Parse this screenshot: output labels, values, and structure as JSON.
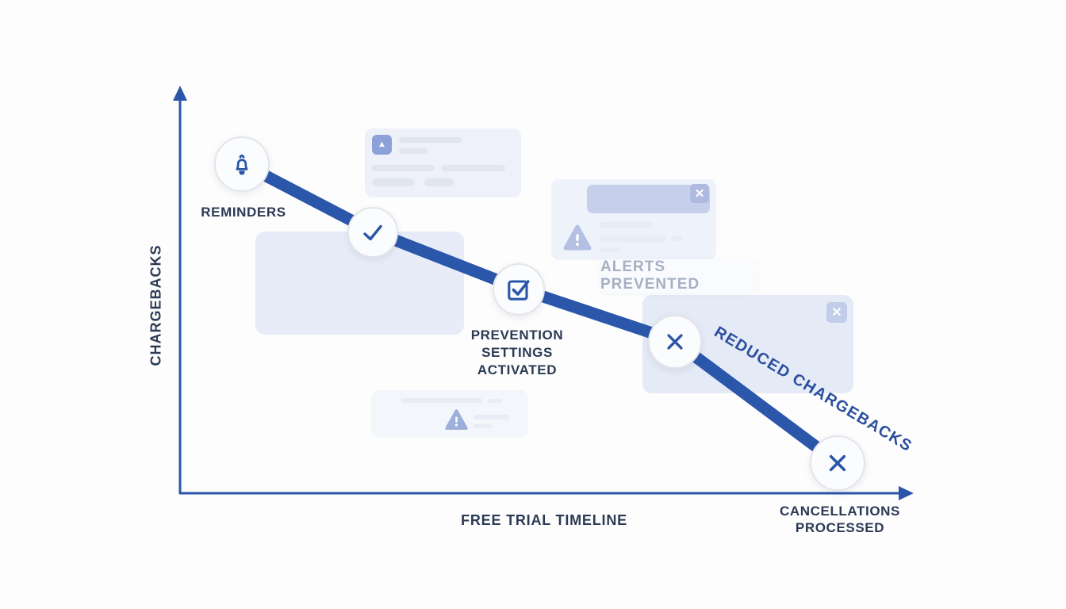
{
  "axes": {
    "y_label": "CHARGEBACKS",
    "x_label": "FREE TRIAL TIMELINE"
  },
  "milestones": [
    {
      "icon": "bell-icon",
      "label": "REMINDERS"
    },
    {
      "icon": "check-icon",
      "label": ""
    },
    {
      "icon": "checkbox-checked-icon",
      "label": "PREVENTION SETTINGS ACTIVATED",
      "lines": [
        "PREVENTION",
        "SETTINGS",
        "ACTIVATED"
      ]
    },
    {
      "icon": "x-mark-icon",
      "label": ""
    },
    {
      "icon": "x-mark-icon",
      "label": "CANCELLATIONS PROCESSED",
      "lines": [
        "CANCELLATIONS",
        "PROCESSED"
      ]
    }
  ],
  "annotations": {
    "alerts_prevented": "ALERTS PREVENTED",
    "reduced_chargebacks": "REDUCED CHARGEBACKS"
  },
  "ghost_icons": [
    "warning-triangle-icon",
    "close-icon",
    "triangle-badge-icon"
  ],
  "colors": {
    "accent_blue": "#2b56a8",
    "trend_blue": "#2b57ab",
    "dark_text": "#2b3a54",
    "ghost_text": "#a6b0c4",
    "ghost_card_fill": "#e7ecf8",
    "node_fill": "#fbfcfe"
  }
}
